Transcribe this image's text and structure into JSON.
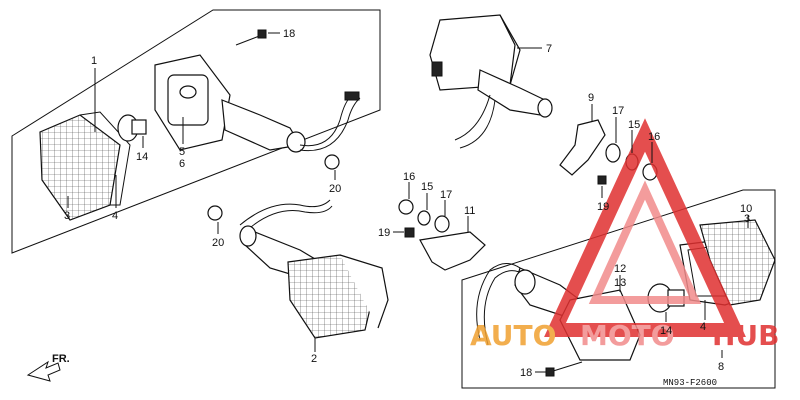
{
  "diagram": {
    "drawing_code": "MN93-F2600",
    "front_label": "FR.",
    "watermark": {
      "part1": "AUTO",
      "part2": "MOTO",
      "part3": "HUB",
      "colors": {
        "orange": "#f0a030",
        "red": "#e03030",
        "pink": "#f28b8b"
      }
    },
    "callouts": [
      "1",
      "18",
      "3",
      "14",
      "5",
      "6",
      "4",
      "20",
      "7",
      "9",
      "17",
      "15",
      "16",
      "19",
      "16",
      "15",
      "17",
      "11",
      "19",
      "20",
      "2",
      "10",
      "3",
      "12",
      "13",
      "14",
      "4",
      "8",
      "18"
    ]
  }
}
